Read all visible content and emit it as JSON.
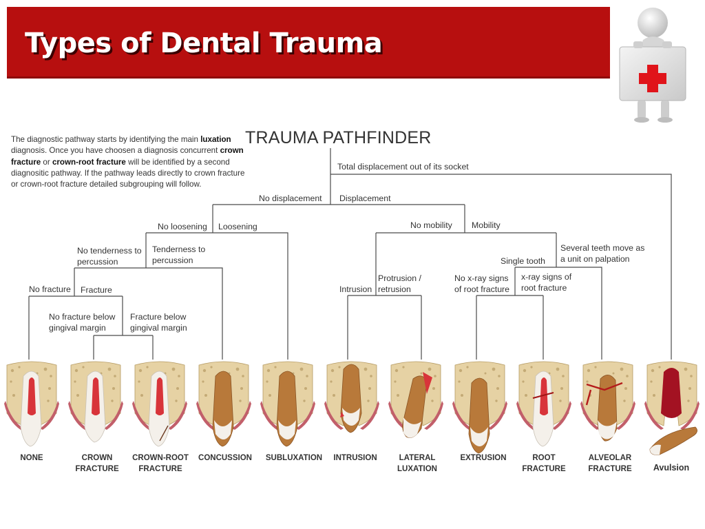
{
  "header": {
    "title": "Types of Dental Trauma"
  },
  "intro": {
    "part1": "The diagnostic pathway starts by identifying the main ",
    "bold1": "luxation",
    "part2": " diagnosis. Once you have choosen a diagnosis concurrent ",
    "bold2": "crown fracture",
    "part3": " or ",
    "bold3": "crown-root fracture",
    "part4": " will be identified by a second diagnositic pathway. If the pathway leads directly to crown fracture or crown-root fracture detailed subgrouping will follow."
  },
  "pathfinder": {
    "title": "TRAUMA PATHFINDER",
    "labels": {
      "total_displacement": "Total displacement out of its socket",
      "no_displacement": "No displacement",
      "displacement": "Displacement",
      "no_loosening": "No loosening",
      "loosening": "Loosening",
      "no_mobility": "No mobility",
      "mobility": "Mobility",
      "no_tenderness_1": "No tenderness to",
      "no_tenderness_2": "percussion",
      "tenderness_1": "Tenderness to",
      "tenderness_2": "percussion",
      "several_teeth_1": "Several teeth move as",
      "several_teeth_2": "a unit on palpation",
      "single_tooth": "Single tooth",
      "no_fracture": "No fracture",
      "fracture": "Fracture",
      "intrusion": "Intrusion",
      "protrusion_1": "Protrusion /",
      "protrusion_2": "retrusion",
      "no_xray_1": "No x-ray signs",
      "no_xray_2": "of root fracture",
      "xray_1": "x-ray signs of",
      "xray_2": "root fracture",
      "no_fracture_below_1": "No fracture below",
      "no_fracture_below_2": "gingival margin",
      "fracture_below_1": "Fracture below",
      "fracture_below_2": "gingival margin"
    }
  },
  "outcomes": [
    {
      "line1": "NONE",
      "line2": ""
    },
    {
      "line1": "CROWN",
      "line2": "FRACTURE"
    },
    {
      "line1": "CROWN-ROOT",
      "line2": "FRACTURE"
    },
    {
      "line1": "CONCUSSION",
      "line2": ""
    },
    {
      "line1": "SUBLUXATION",
      "line2": ""
    },
    {
      "line1": "INTRUSION",
      "line2": ""
    },
    {
      "line1": "LATERAL",
      "line2": "LUXATION"
    },
    {
      "line1": "EXTRUSION",
      "line2": ""
    },
    {
      "line1": "ROOT",
      "line2": "FRACTURE"
    },
    {
      "line1": "ALVEOLAR",
      "line2": "FRACTURE"
    },
    {
      "line1": "Avulsion",
      "line2": ""
    }
  ],
  "icons": {
    "mascot": "first-aid-kit-figure-icon"
  },
  "colors": {
    "header_bg": "#b70f0f",
    "cross": "#e0141a",
    "bone": "#e3cfa0",
    "gum": "#c0626a",
    "pulp": "#d8343a"
  }
}
